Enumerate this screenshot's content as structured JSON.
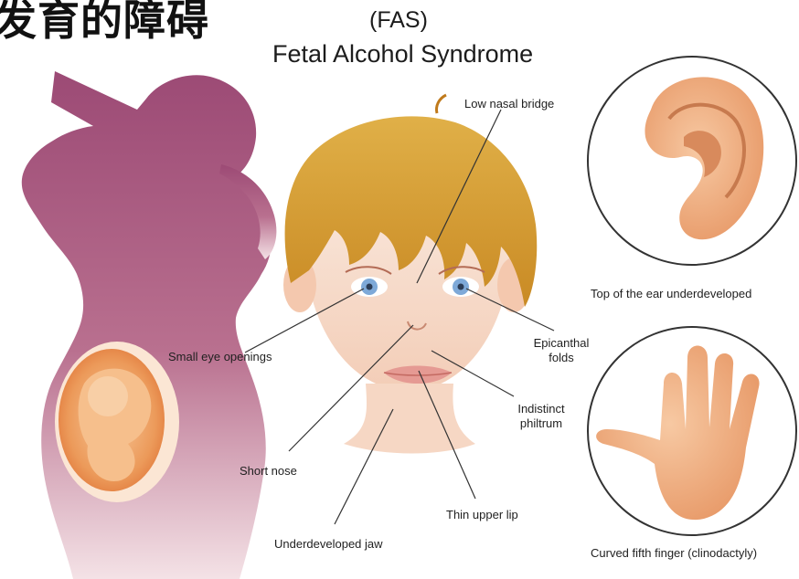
{
  "header": {
    "cjk_text": "发育的障碍",
    "abbr": "(FAS)",
    "title": "Fetal Alcohol Syndrome"
  },
  "labels": {
    "low_nasal_bridge": "Low nasal bridge",
    "small_eye_openings": "Small eye openings",
    "epicanthal_folds_1": "Epicanthal",
    "epicanthal_folds_2": "folds",
    "indistinct_philtrum_1": "Indistinct",
    "indistinct_philtrum_2": "philtrum",
    "short_nose": "Short nose",
    "thin_upper_lip": "Thin upper lip",
    "underdeveloped_jaw": "Underdeveloped jaw",
    "ear_underdeveloped": "Top of the ear underdeveloped",
    "curved_fifth_finger": "Curved fifth finger (clinodactyly)"
  },
  "colors": {
    "silhouette": "#a24d78",
    "hair": "#d9a23a",
    "skin": "#f7dccb",
    "fetus": "#f0a060",
    "eye": "#7ea9d8",
    "circle_border": "#333333"
  },
  "icons": [
    "pregnant-woman-silhouette",
    "fetus-illustration",
    "child-face-illustration",
    "ear-illustration",
    "hand-illustration"
  ]
}
